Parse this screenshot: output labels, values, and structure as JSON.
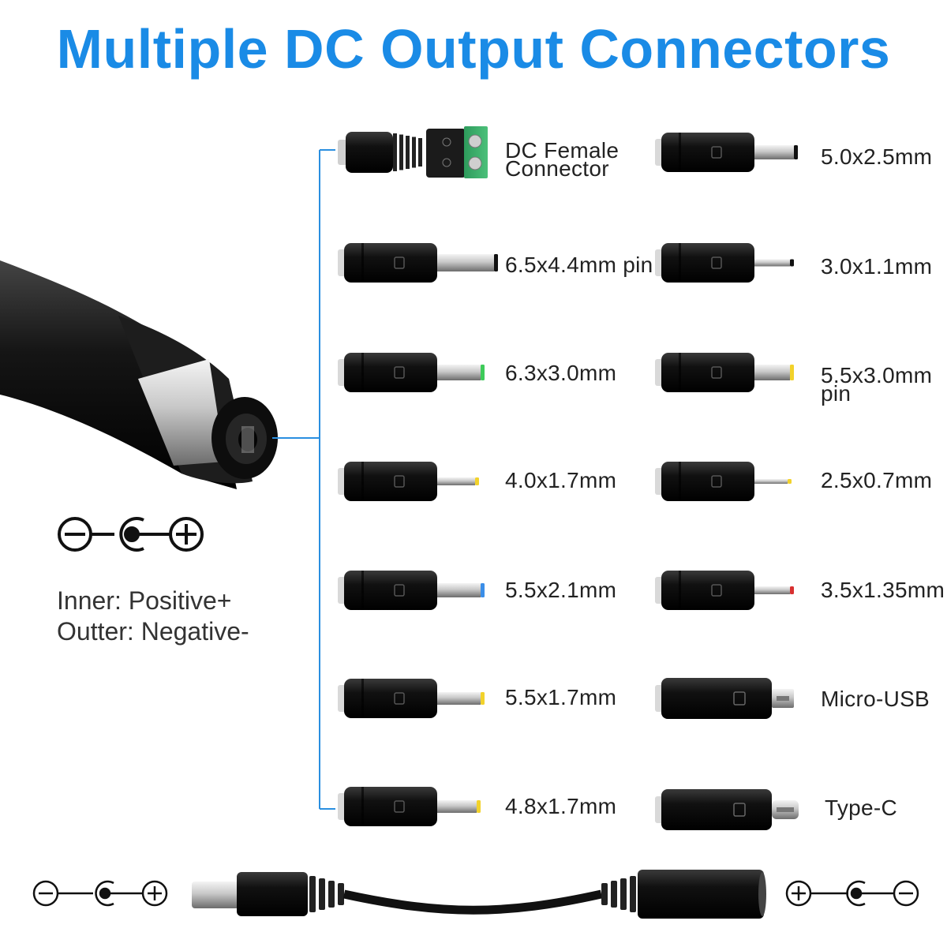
{
  "title": "Multiple DC Output Connectors",
  "polarity_note": {
    "inner": "Inner: Positive+",
    "outer": "Outter: Negative-"
  },
  "connectors_left": [
    {
      "label_line1": "DC Female",
      "label_line2": "Connector",
      "tip_color": "#3aa868",
      "icon": "screw-terminal-connector"
    },
    {
      "label_line1": "6.5x4.4mm pin",
      "label_line2": "",
      "tip_color": "#111111",
      "icon": "barrel-adapter"
    },
    {
      "label_line1": "6.3x3.0mm",
      "label_line2": "",
      "tip_color": "#3ecb5a",
      "icon": "barrel-adapter"
    },
    {
      "label_line1": "4.0x1.7mm",
      "label_line2": "",
      "tip_color": "#f2d22b",
      "icon": "barrel-adapter"
    },
    {
      "label_line1": "5.5x2.1mm",
      "label_line2": "",
      "tip_color": "#3b8ee8",
      "icon": "barrel-adapter"
    },
    {
      "label_line1": "5.5x1.7mm",
      "label_line2": "",
      "tip_color": "#f2d22b",
      "icon": "barrel-adapter"
    },
    {
      "label_line1": "4.8x1.7mm",
      "label_line2": "",
      "tip_color": "#f2d22b",
      "icon": "barrel-adapter"
    }
  ],
  "connectors_right": [
    {
      "label_line1": "5.0x2.5mm",
      "label_line2": "",
      "tip_color": "#111111",
      "icon": "barrel-adapter"
    },
    {
      "label_line1": "3.0x1.1mm",
      "label_line2": "",
      "tip_color": "#111111",
      "icon": "barrel-adapter"
    },
    {
      "label_line1": "5.5x3.0mm",
      "label_line2": "pin",
      "tip_color": "#f2d22b",
      "icon": "barrel-adapter"
    },
    {
      "label_line1": "2.5x0.7mm",
      "label_line2": "",
      "tip_color": "#f2d22b",
      "icon": "barrel-adapter"
    },
    {
      "label_line1": "3.5x1.35mm",
      "label_line2": "",
      "tip_color": "#d83030",
      "icon": "barrel-adapter"
    },
    {
      "label_line1": "Micro-USB",
      "label_line2": "",
      "tip_color": "#bbbbbb",
      "icon": "micro-usb-adapter"
    },
    {
      "label_line1": "Type-C",
      "label_line2": "",
      "tip_color": "#bbbbbb",
      "icon": "usb-c-adapter"
    }
  ],
  "colors": {
    "title": "#1a8be6",
    "bracket": "#2a8fe0",
    "body": "#1a1a1a"
  }
}
